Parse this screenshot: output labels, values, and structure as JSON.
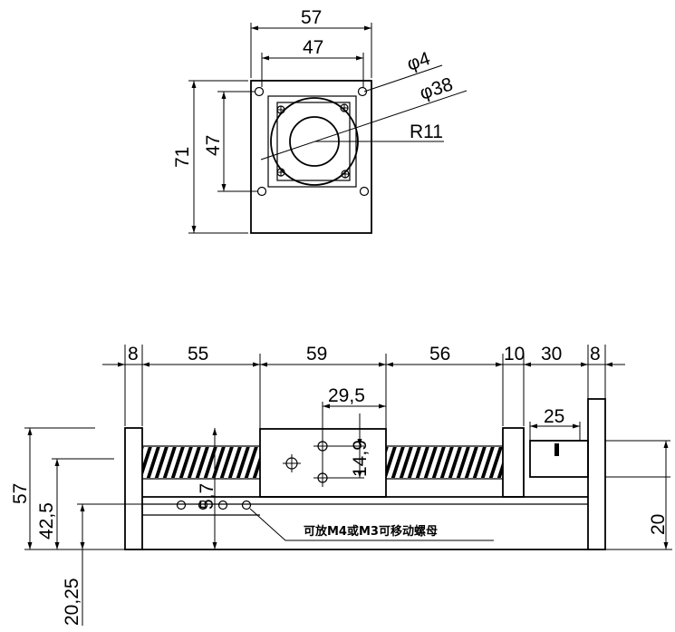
{
  "top_view": {
    "dims": {
      "width_outer": "57",
      "width_inner": "47",
      "height_outer": "71",
      "height_inner": "47",
      "hole_dia": "φ4",
      "bore_dia": "φ38",
      "radius": "R11"
    }
  },
  "side_view": {
    "dims": {
      "seg1": "8",
      "seg2": "55",
      "seg3": "59",
      "seg4": "56",
      "seg5": "10",
      "seg6": "30",
      "seg7": "8",
      "carriage_half": "29,5",
      "carriage_holes": "14,9",
      "motor_width": "25",
      "height_total": "57",
      "height_mid": "42,5",
      "height_low": "20,25",
      "height_shaft": "20",
      "rail_height": "5,7"
    },
    "note": "可放M4或M3可移动螺母"
  }
}
